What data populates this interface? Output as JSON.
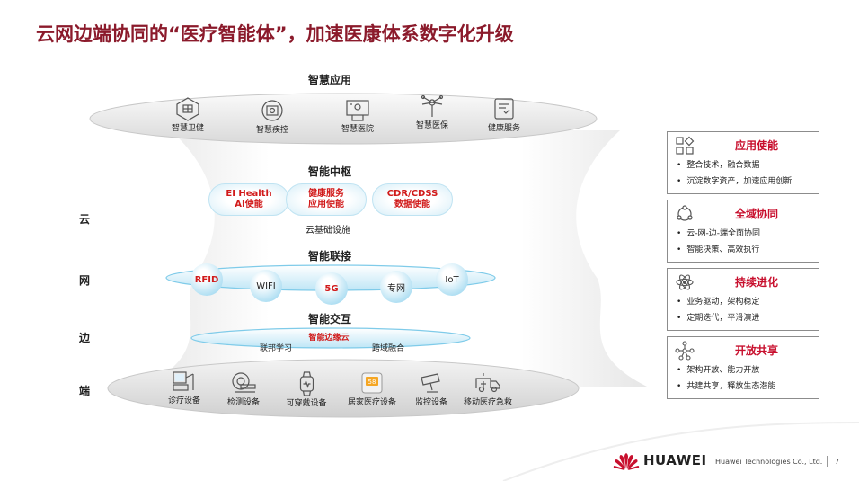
{
  "title": "云网边端协同的“医疗智能体”，加速医康体系数字化升级",
  "layers": {
    "smart_apps": "智慧应用",
    "smart_hub": "智能中枢",
    "smart_connect": "智能联接",
    "smart_interact": "智能交互"
  },
  "apps": [
    {
      "label": "智慧卫健",
      "icon": "health-admin-icon"
    },
    {
      "label": "智慧疾控",
      "icon": "disease-control-icon"
    },
    {
      "label": "智慧医院",
      "icon": "hospital-icon"
    },
    {
      "label": "智慧医保",
      "icon": "insurance-network-icon"
    },
    {
      "label": "健康服务",
      "icon": "health-service-icon"
    }
  ],
  "hub": {
    "items": [
      {
        "line1": "EI Health",
        "line2": "AI使能"
      },
      {
        "line1": "健康服务",
        "line2": "应用使能"
      },
      {
        "line1": "CDR/CDSS",
        "line2": "数据使能"
      }
    ],
    "infra": "云基础设施"
  },
  "connect": [
    {
      "label": "RFID",
      "highlight": true
    },
    {
      "label": "WIFI",
      "highlight": false
    },
    {
      "label": "5G",
      "highlight": true
    },
    {
      "label": "专网",
      "highlight": false
    },
    {
      "label": "IoT",
      "highlight": false
    }
  ],
  "interact": {
    "edge_cloud": "智能边缘云",
    "left": "联邦学习",
    "right": "跨域融合"
  },
  "devices": [
    {
      "label": "诊疗设备",
      "icon": "diagnosis-device-icon"
    },
    {
      "label": "检测设备",
      "icon": "ct-scanner-icon"
    },
    {
      "label": "可穿戴设备",
      "icon": "wearable-watch-icon"
    },
    {
      "label": "居家医疗设备",
      "icon": "home-medical-device-icon"
    },
    {
      "label": "监控设备",
      "icon": "surveillance-camera-icon"
    },
    {
      "label": "移动医疗急救",
      "icon": "ambulance-icon"
    }
  ],
  "side_chars": [
    "云",
    "网",
    "边",
    "端"
  ],
  "cards": [
    {
      "title": "应用使能",
      "icon": "app-grid-icon",
      "items": [
        "整合技术，融合数据",
        "沉淀数字资产，加速应用创新"
      ]
    },
    {
      "title": "全域协同",
      "icon": "collaboration-icon",
      "items": [
        "云-网-边-端全面协同",
        "智能决策、高效执行"
      ]
    },
    {
      "title": "持续进化",
      "icon": "atom-icon",
      "items": [
        "业务驱动，架构稳定",
        "定期迭代，平滑演进"
      ]
    },
    {
      "title": "开放共享",
      "icon": "share-network-icon",
      "items": [
        "架构开放、能力开放",
        "共建共享，释放生态潜能"
      ]
    }
  ],
  "footer": {
    "brand": "HUAWEI",
    "company": "Huawei Technologies Co., Ltd.",
    "page": "7"
  },
  "colors": {
    "title": "#8b1a2b",
    "accent_red": "#c8102e",
    "bubble_blue": "#9fd8f0"
  }
}
